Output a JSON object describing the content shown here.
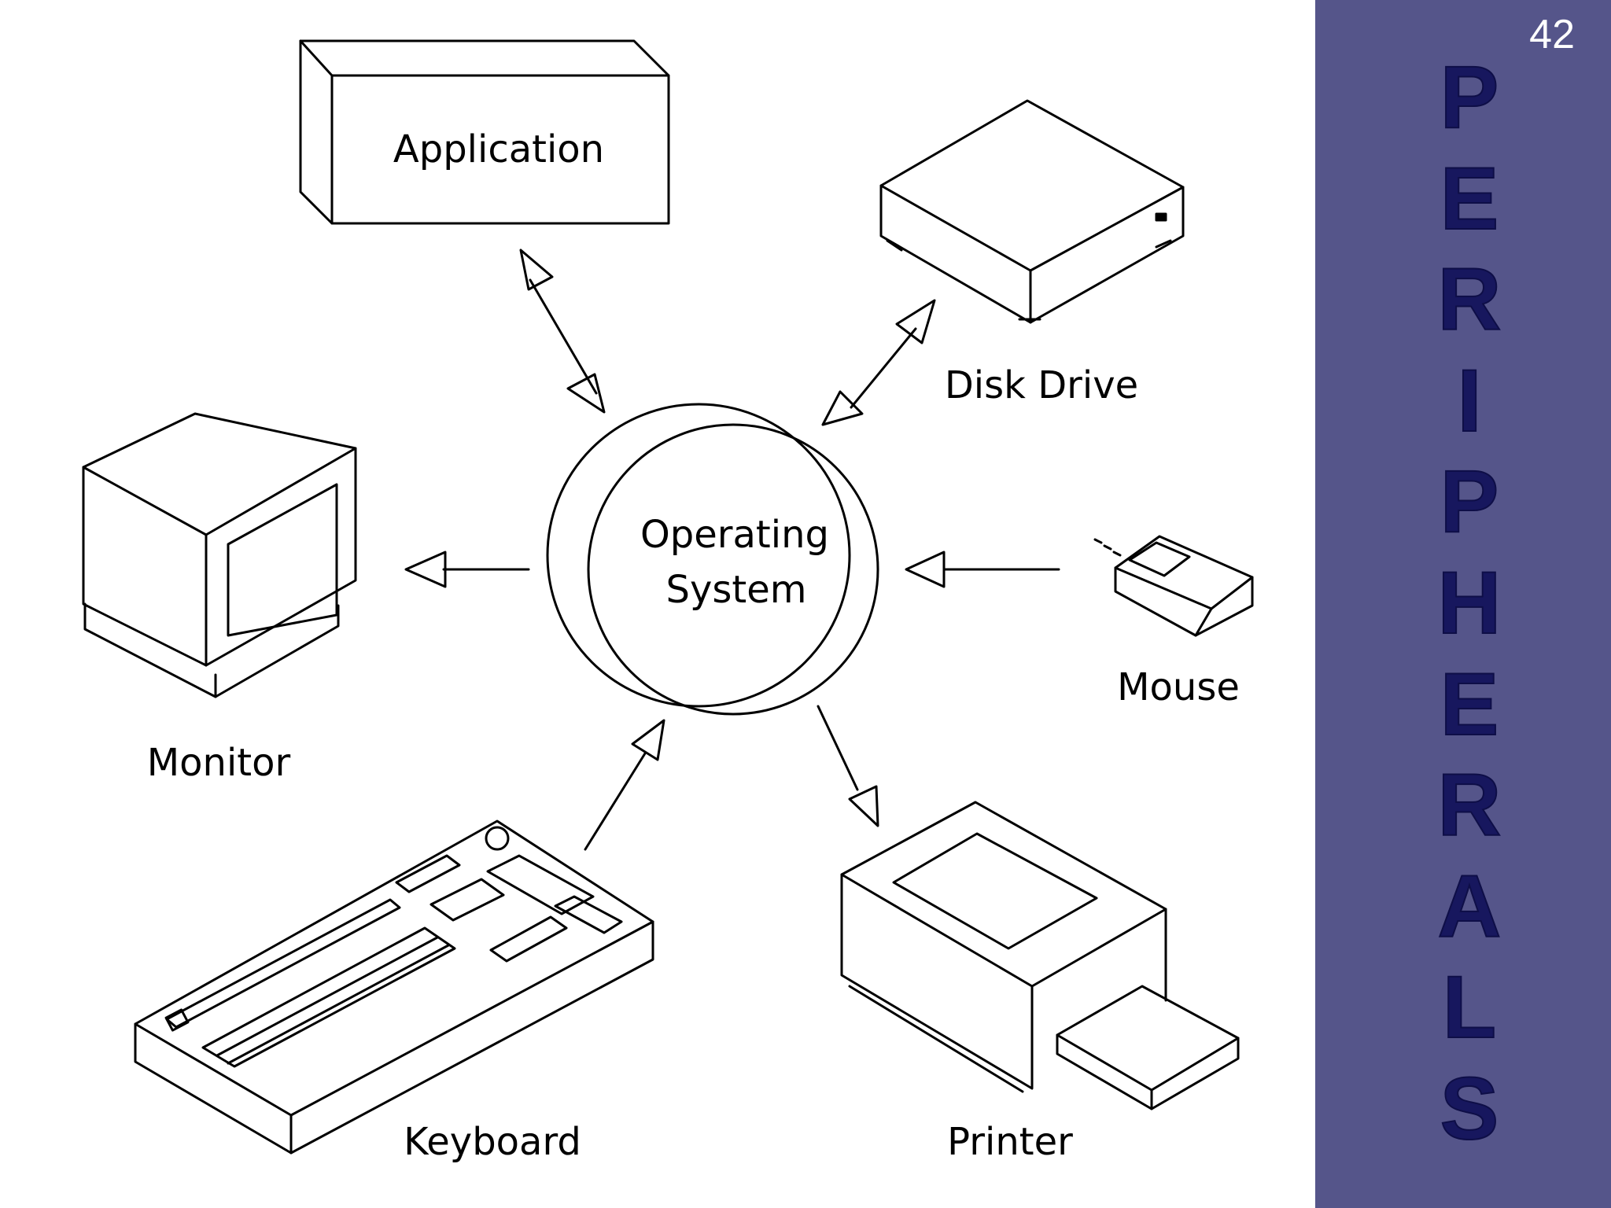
{
  "diagram": {
    "nodes": {
      "os_line1": "Operating",
      "os_line2": "System",
      "application": "Application",
      "disk_drive": "Disk Drive",
      "monitor": "Monitor",
      "mouse": "Mouse",
      "keyboard": "Keyboard",
      "printer": "Printer"
    }
  },
  "side_panel": {
    "slide_number": "42",
    "title_letters": [
      "P",
      "E",
      "R",
      "I",
      "P",
      "H",
      "E",
      "R",
      "A",
      "L",
      "S"
    ],
    "background": "#55558a",
    "letter_color": "#17175e"
  }
}
